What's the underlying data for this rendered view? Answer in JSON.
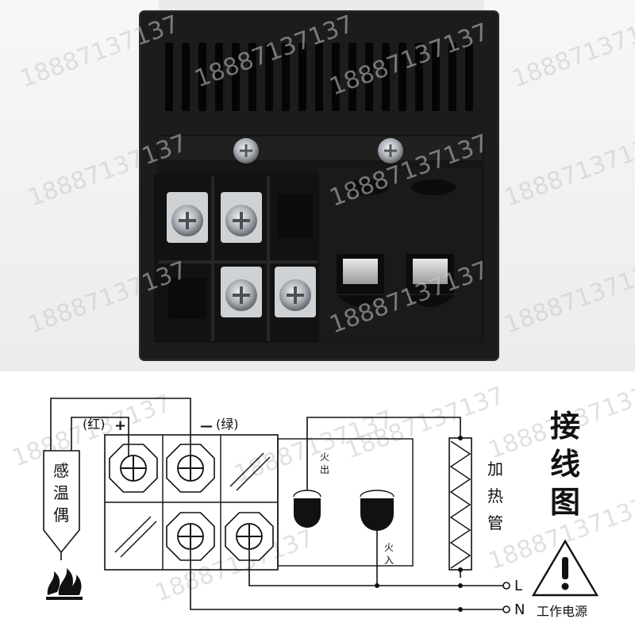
{
  "watermark": "18887137137",
  "photo": {
    "description_icon": "controller-rear-terminal-photo"
  },
  "diagram": {
    "sensor_box_label": "感温偶",
    "red_label": "(红)",
    "plus_sign": "+",
    "minus_sign": "—",
    "green_label": "(绿)",
    "fire_out_label": "火出",
    "fire_in_label": "火入",
    "heater_label": "加热管",
    "title": "接线图",
    "L_label": "L",
    "N_label": "N",
    "power_label": "工作电源"
  },
  "colors": {
    "housing": "#1b1b1b",
    "terminal_block": "#151515",
    "line": "#111111"
  }
}
